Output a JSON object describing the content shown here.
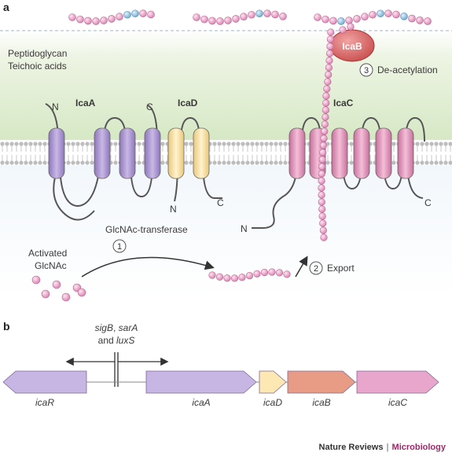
{
  "panels": {
    "a": "a",
    "b": "b"
  },
  "labels": {
    "peptidoglycan": "Peptidoglycan",
    "teichoic": "Teichoic acids",
    "deacetylation": "De-acetylation",
    "glcnac_transferase": "GlcNAc-transferase",
    "activated_1": "Activated",
    "activated_2": "GlcNAc",
    "export": "Export"
  },
  "proteins": {
    "icaA": "IcaA",
    "icaD": "IcaD",
    "icaC": "IcaC",
    "icaB": "IcaB"
  },
  "termini": {
    "n": "N",
    "c": "C"
  },
  "steps": {
    "one": "1",
    "two": "2",
    "three": "3"
  },
  "regulators": {
    "sigB": "sigB",
    "comma": ", ",
    "sarA": "sarA",
    "and": "and ",
    "luxS": "luxS"
  },
  "genes": [
    "icaR",
    "icaA",
    "icaD",
    "icaB",
    "icaC"
  ],
  "credit": {
    "journal": "Nature Reviews",
    "sep": "|",
    "section": "Microbiology"
  },
  "colors": {
    "cell_wall": "#dfeccf",
    "membrane_head": "#d2d2d2",
    "icaA": "#b8a3d6",
    "icaD": "#f7e2a6",
    "icaC": "#e79ec2",
    "icaB": "#d96a6a",
    "bead": "#e7a3c6",
    "bead_blue": "#8fc1e0",
    "gene_icaB": "#e29a83",
    "brand_accent": "#a0276a"
  }
}
